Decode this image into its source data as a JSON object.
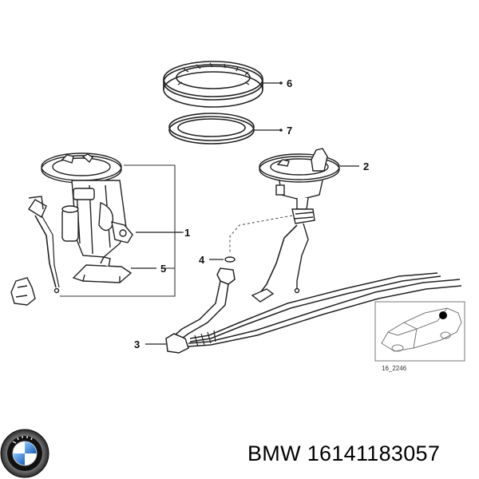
{
  "callouts": {
    "c1": "1",
    "c2": "2",
    "c3": "3",
    "c4": "4",
    "c5": "5",
    "c6": "6",
    "c7": "7"
  },
  "inset": {
    "ref_code": "16_2246"
  },
  "brand": {
    "logo_text": "BMW"
  },
  "caption": {
    "brand": "BMW",
    "part_number": "16141183057"
  }
}
